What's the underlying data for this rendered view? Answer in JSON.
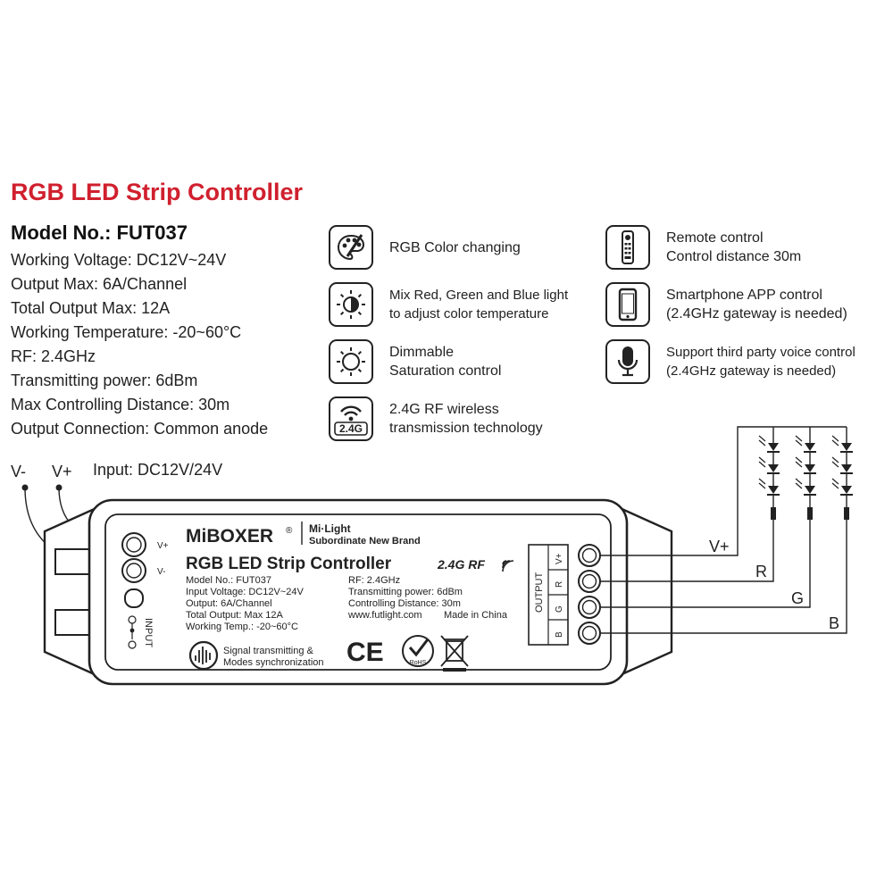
{
  "title": "RGB LED Strip Controller",
  "model": "Model No.: FUT037",
  "specs": [
    "Working Voltage: DC12V~24V",
    "Output Max: 6A/Channel",
    "Total Output Max: 12A",
    "Working Temperature: -20~60°C",
    "RF: 2.4GHz",
    "Transmitting power: 6dBm",
    "Max Controlling Distance: 30m",
    "Output Connection: Common anode"
  ],
  "features": {
    "rgb": [
      "RGB Color changing"
    ],
    "mix": [
      "Mix Red, Green and Blue light",
      "to adjust color temperature"
    ],
    "dim": [
      "Dimmable",
      "Saturation control"
    ],
    "rf": [
      "2.4G RF wireless",
      "transmission technology"
    ],
    "rf_badge": "2.4G",
    "remote": [
      "Remote control",
      "Control distance 30m"
    ],
    "phone": [
      "Smartphone APP control",
      "(2.4GHz gateway is needed)"
    ],
    "voice": [
      "Support third party voice control",
      "(2.4GHz gateway is needed)"
    ]
  },
  "wiring": {
    "vminus": "V-",
    "vplus": "V+",
    "input_label": "Input: DC12V/24V",
    "out_vplus": "V+",
    "out_r": "R",
    "out_g": "G",
    "out_b": "B"
  },
  "device": {
    "brand": "MiBOXER",
    "brand_reg": "®",
    "milight": "Mi·Light",
    "subbrand": "Subordinate New Brand",
    "name": "RGB LED Strip Controller",
    "rf_logo": "2.4G RF",
    "terminal_vplus": "V+",
    "terminal_vminus": "V-",
    "input_label": "INPUT",
    "output_label": "OUTPUT",
    "out_terminals": [
      "V+",
      "R",
      "G",
      "B"
    ],
    "left_info": [
      "Model No.: FUT037",
      "Input Voltage: DC12V~24V",
      "Output: 6A/Channel",
      "Total Output: Max 12A",
      "Working Temp.: -20~60°C"
    ],
    "right_info": [
      "RF: 2.4GHz",
      "Transmitting power: 6dBm",
      "Controlling Distance: 30m"
    ],
    "website": "www.futlight.com",
    "made_in": "Made in China",
    "sync": [
      "Signal transmitting &",
      "Modes synchronization"
    ],
    "ce": "CE",
    "rohs": "RoHS"
  },
  "colors": {
    "title": "#d0202e",
    "line": "#222222"
  }
}
